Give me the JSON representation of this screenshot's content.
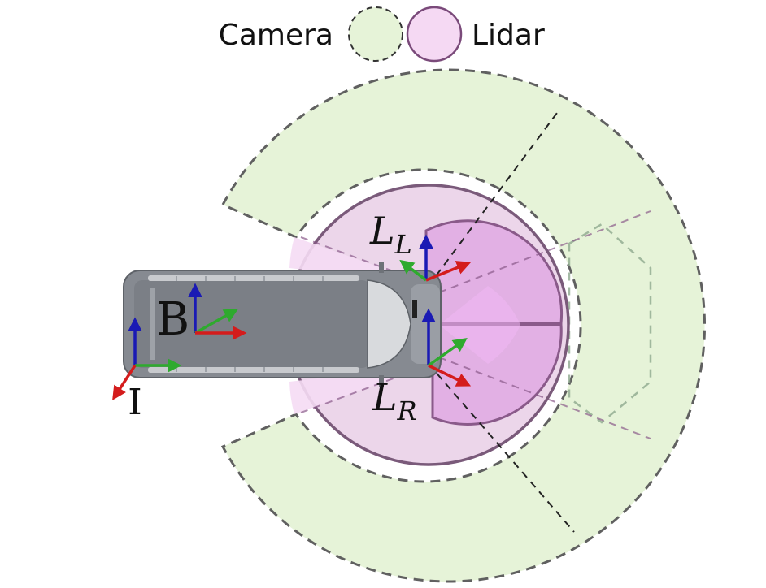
{
  "legend": {
    "camera_label": "Camera",
    "lidar_label": "Lidar"
  },
  "frames": {
    "body_label": "B",
    "inertial_label": "I",
    "lidar_left_main": "L",
    "lidar_left_sub": "L",
    "lidar_right_main": "L",
    "lidar_right_sub": "R"
  },
  "colors": {
    "camera_fill": "#e6f3d8",
    "camera_stroke": "#5d5d5d",
    "lidar_fill": "#ecd6ea",
    "lidar_stroke": "#8a5a8a",
    "lidar_overlap_fill": "#e8b6ea",
    "vehicle_body": "#868a91",
    "x_axis": "#d41c1c",
    "y_axis": "#2eaa2e",
    "z_axis": "#1a1ab4"
  },
  "icons": {
    "vehicle": "van-topview-icon",
    "axes": "coordinate-frame-icon"
  }
}
